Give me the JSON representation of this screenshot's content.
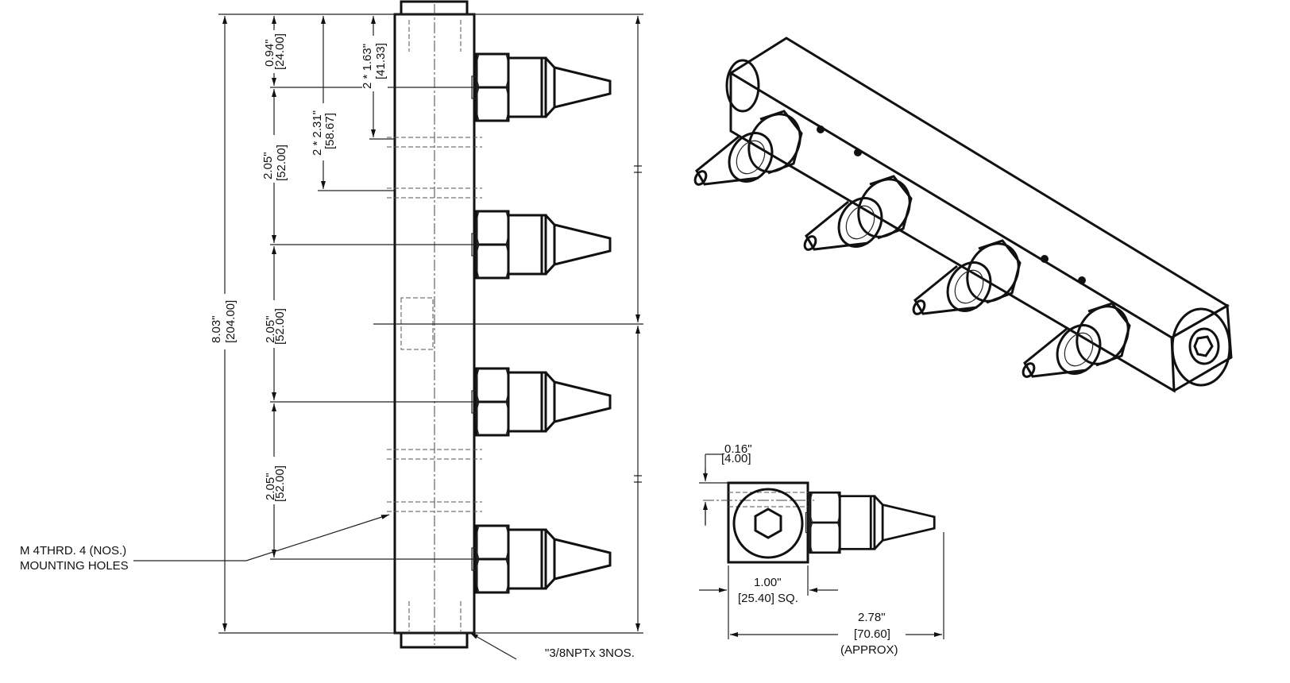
{
  "front_view": {
    "overall": {
      "inch": "8.03\"",
      "mm": "[204.00]"
    },
    "first_pitch": {
      "inch": "0.94\"",
      "mm": "[24.00]"
    },
    "pitches": [
      {
        "inch": "2.05\"",
        "mm": "[52.00]"
      },
      {
        "inch": "2.05\"",
        "mm": "[52.00]"
      },
      {
        "inch": "2.05\"",
        "mm": "[52.00]"
      }
    ],
    "hole_spacing_a": {
      "inch": "2 * 2.31\"",
      "mm": "[58.67]"
    },
    "hole_spacing_b": {
      "inch": "2 * 1.63\"",
      "mm": "[41.33]"
    },
    "mounting_note": [
      "M 4THRD. 4 (NOS.)",
      "MOUNTING HOLES"
    ],
    "port_note": "\"3/8NPTx 3NOS."
  },
  "end_view": {
    "offset": {
      "inch": "0.16\"",
      "mm": "[4.00]"
    },
    "square": {
      "inch": "1.00\"",
      "mm": "[25.40] SQ."
    },
    "length": {
      "inch": "2.78\"",
      "mm": "[70.60]",
      "note": "(APPROX)"
    }
  }
}
